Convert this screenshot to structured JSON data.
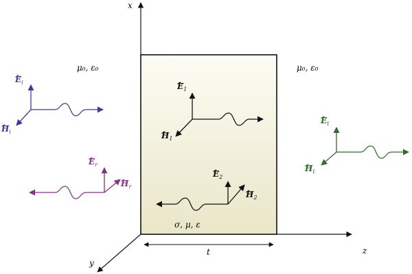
{
  "axes": {
    "x": "x",
    "y": "y",
    "z": "z"
  },
  "media": {
    "left": "μ₀, ε₀",
    "right": "μ₀, ε₀",
    "slab": "σ, μ, ε"
  },
  "thickness_label": "t",
  "colors": {
    "incident": "#3a3a9e",
    "reflected": "#8a2f8a",
    "transmitted": "#2e6b2e",
    "slab_fill_top": "#fdfcf4",
    "slab_fill_bottom": "#e9e6c8",
    "axis": "#111111"
  },
  "vectors": {
    "incident": {
      "E": "E",
      "E_sub": "i",
      "H": "H",
      "H_sub": "i"
    },
    "inside_fwd": {
      "E": "E",
      "E_sub": "1",
      "H": "H",
      "H_sub": "1"
    },
    "inside_bwd": {
      "E": "E",
      "E_sub": "2",
      "H": "H",
      "H_sub": "2"
    },
    "reflected": {
      "E": "E",
      "E_sub": "r",
      "H": "H",
      "H_sub": "r"
    },
    "transmitted": {
      "E": "E",
      "E_sub": "t",
      "H": "H",
      "H_sub": "t"
    }
  }
}
